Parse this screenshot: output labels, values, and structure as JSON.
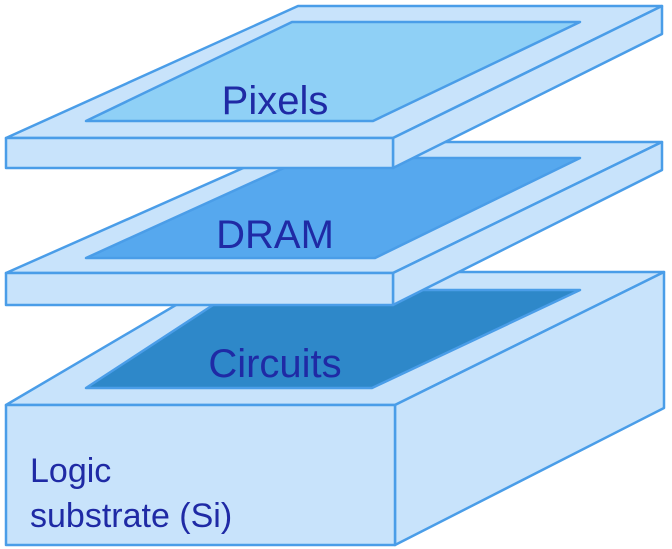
{
  "layers": {
    "pixels": {
      "label": "Pixels"
    },
    "dram": {
      "label": "DRAM"
    },
    "circuits": {
      "label": "Circuits"
    },
    "substrate": {
      "label_line1": "Logic",
      "label_line2": "substrate (Si)"
    }
  },
  "colors": {
    "stroke": "#4a9de8",
    "frame_fill": "#c8e3fb",
    "pixels_inner": "#8fd0f6",
    "dram_inner": "#56a8ee",
    "circuits_inner": "#2e88c9",
    "text_primary": "#1f2aa5",
    "text_substrate": "#1f2aa5"
  }
}
